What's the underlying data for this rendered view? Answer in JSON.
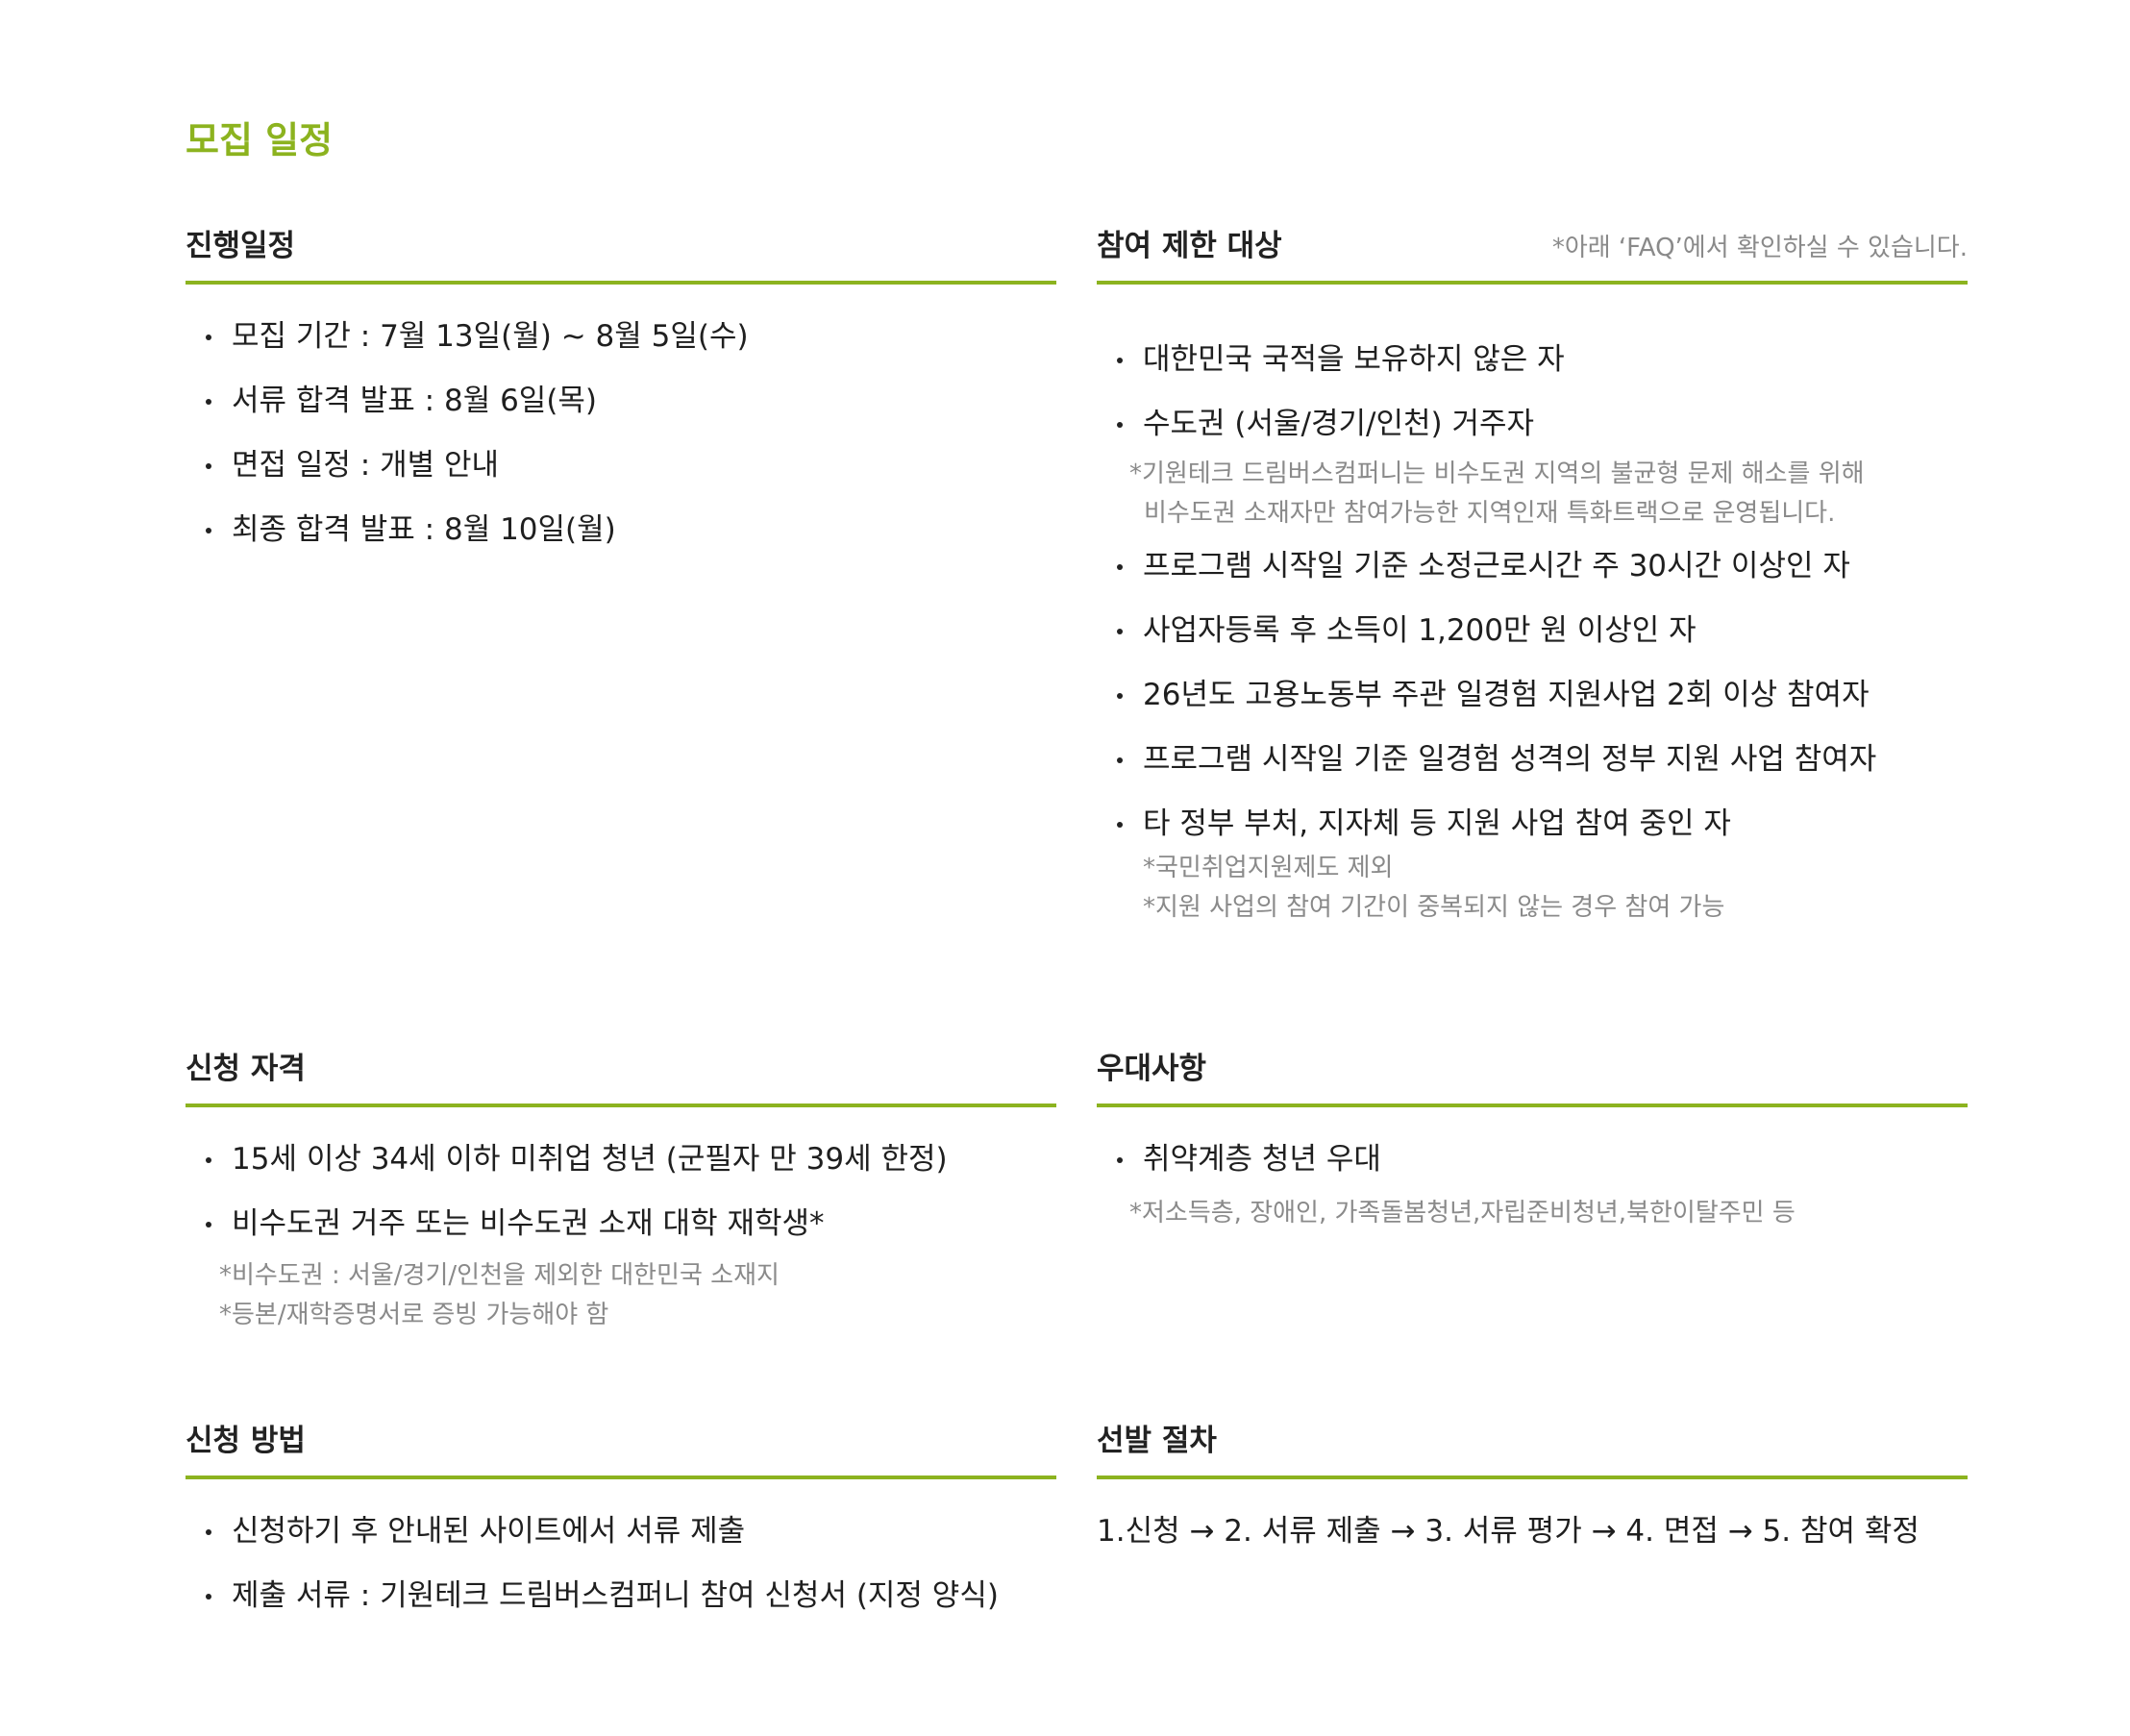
{
  "page_title": "모집 일정",
  "schedule": {
    "title": "진행일정",
    "items": [
      "모집 기간 : 7월 13일(월) ~ 8월 5일(수)",
      "서류 합격 발표 : 8월 6일(목)",
      "면접 일정 : 개별 안내",
      "최종 합격 발표 : 8월 10일(월)"
    ]
  },
  "restrictions": {
    "title": "참여 제한 대상",
    "note": "*아래 ‘FAQ’에서 확인하실 수 있습니다.",
    "items": [
      "대한민국 국적을 보유하지 않은 자",
      "수도권 (서울/경기/인천) 거주자",
      "프로그램 시작일 기준 소정근로시간 주 30시간 이상인 자",
      "사업자등록 후 소득이 1,200만 원 이상인 자",
      "26년도 고용노동부 주관 일경험 지원사업 2회 이상 참여자",
      "프로그램 시작일 기준 일경험 성격의 정부 지원 사업 참여자",
      "타 정부 부처, 지자체 등 지원 사업 참여 중인 자"
    ],
    "note_capital": [
      "*기원테크 드림버스컴퍼니는 비수도권 지역의 불균형 문제 해소를 위해",
      "비수도권 소재자만 참여가능한 지역인재 특화트랙으로 운영됩니다."
    ],
    "note_other": [
      "*국민취업지원제도 제외",
      "*지원 사업의 참여 기간이 중복되지 않는 경우 참여 가능"
    ]
  },
  "eligibility": {
    "title": "신청 자격",
    "items": [
      "15세 이상 34세 이하 미취업 청년 (군필자 만 39세 한정)",
      "비수도권 거주 또는 비수도권 소재 대학 재학생*"
    ],
    "notes": [
      "*비수도권 : 서울/경기/인천을 제외한 대한민국 소재지",
      "*등본/재학증명서로 증빙 가능해야 함"
    ]
  },
  "preference": {
    "title": "우대사항",
    "items": [
      "취약계층 청년 우대"
    ],
    "notes": [
      "*저소득층, 장애인, 가족돌봄청년,자립준비청년,북한이탈주민 등"
    ]
  },
  "method": {
    "title": "신청 방법",
    "items": [
      "신청하기 후 안내된 사이트에서 서류 제출",
      "제출 서류 : 기원테크 드림버스컴퍼니 참여 신청서 (지정 양식)"
    ]
  },
  "selection": {
    "title": "선발 절차",
    "steps": "1.신청 → 2. 서류 제출 → 3. 서류 평가 → 4. 면접 → 5. 참여 확정"
  },
  "colors": {
    "accent": "#8cb31f",
    "note_text": "#8a8a8a",
    "body_text": "#1f1f1f"
  }
}
